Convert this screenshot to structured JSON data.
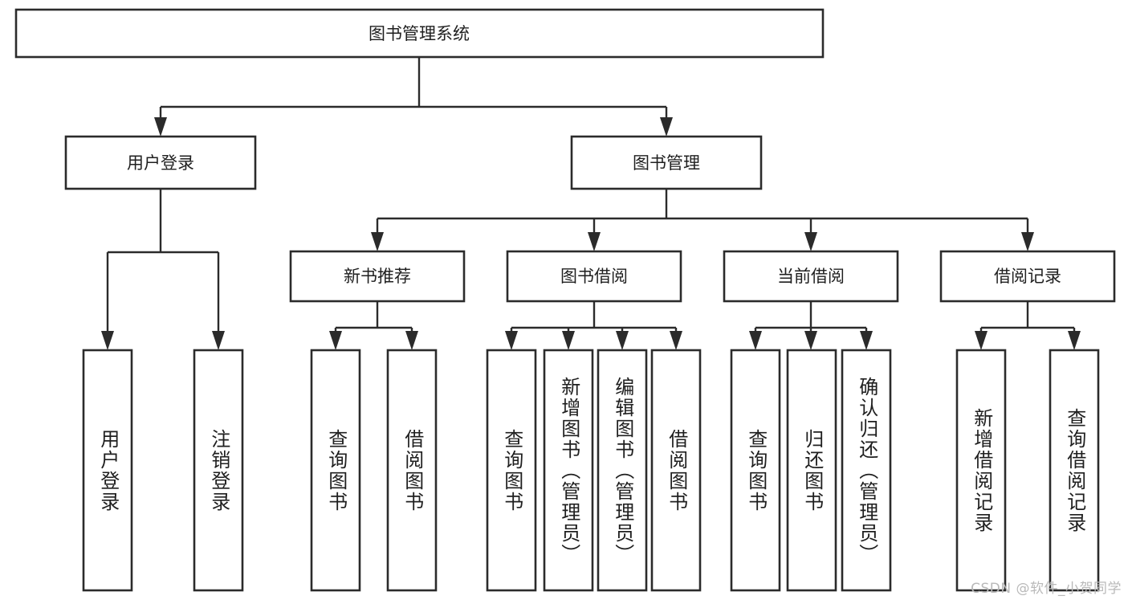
{
  "diagram": {
    "type": "tree",
    "title": "图书管理系统",
    "theme": {
      "box_fill": "#ffffff",
      "box_stroke": "#2b2b2b",
      "text_color": "#1f1f1f",
      "connector_color": "#2b2b2b",
      "background": "#ffffff",
      "watermark_color": "#b9b9b9"
    },
    "root": {
      "id": "root",
      "label": "图书管理系统",
      "orientation": "horizontal"
    },
    "level2": [
      {
        "id": "user-login",
        "label": "用户登录",
        "orientation": "horizontal"
      },
      {
        "id": "book-manage",
        "label": "图书管理",
        "orientation": "horizontal"
      }
    ],
    "level3": [
      {
        "id": "new-book-recommend",
        "label": "新书推荐",
        "orientation": "horizontal",
        "parent": "book-manage"
      },
      {
        "id": "book-borrow",
        "label": "图书借阅",
        "orientation": "horizontal",
        "parent": "book-manage"
      },
      {
        "id": "current-borrow",
        "label": "当前借阅",
        "orientation": "horizontal",
        "parent": "book-manage"
      },
      {
        "id": "borrow-record",
        "label": "借阅记录",
        "orientation": "horizontal",
        "parent": "book-manage"
      }
    ],
    "leaves": [
      {
        "id": "leaf-user-login",
        "label": "用户登录",
        "orientation": "vertical",
        "parent": "user-login"
      },
      {
        "id": "leaf-logout-login",
        "label": "注销登录",
        "orientation": "vertical",
        "parent": "user-login"
      },
      {
        "id": "leaf-query-book-1",
        "label": "查询图书",
        "orientation": "vertical",
        "parent": "new-book-recommend"
      },
      {
        "id": "leaf-borrow-book-1",
        "label": "借阅图书",
        "orientation": "vertical",
        "parent": "new-book-recommend"
      },
      {
        "id": "leaf-query-book-2",
        "label": "查询图书",
        "orientation": "vertical",
        "parent": "book-borrow"
      },
      {
        "id": "leaf-add-book",
        "label": "新增图书（管理员）",
        "orientation": "vertical",
        "parent": "book-borrow"
      },
      {
        "id": "leaf-edit-book",
        "label": "编辑图书（管理员）",
        "orientation": "vertical",
        "parent": "book-borrow"
      },
      {
        "id": "leaf-borrow-book-2",
        "label": "借阅图书",
        "orientation": "vertical",
        "parent": "book-borrow"
      },
      {
        "id": "leaf-query-book-3",
        "label": "查询图书",
        "orientation": "vertical",
        "parent": "current-borrow"
      },
      {
        "id": "leaf-return-book",
        "label": "归还图书",
        "orientation": "vertical",
        "parent": "current-borrow"
      },
      {
        "id": "leaf-confirm-return",
        "label": "确认归还（管理员）",
        "orientation": "vertical",
        "parent": "current-borrow"
      },
      {
        "id": "leaf-add-record",
        "label": "新增借阅记录",
        "orientation": "vertical",
        "parent": "borrow-record"
      },
      {
        "id": "leaf-query-record",
        "label": "查询借阅记录",
        "orientation": "vertical",
        "parent": "borrow-record"
      }
    ]
  },
  "watermark": {
    "text": "CSDN @软件_小贺同学"
  }
}
